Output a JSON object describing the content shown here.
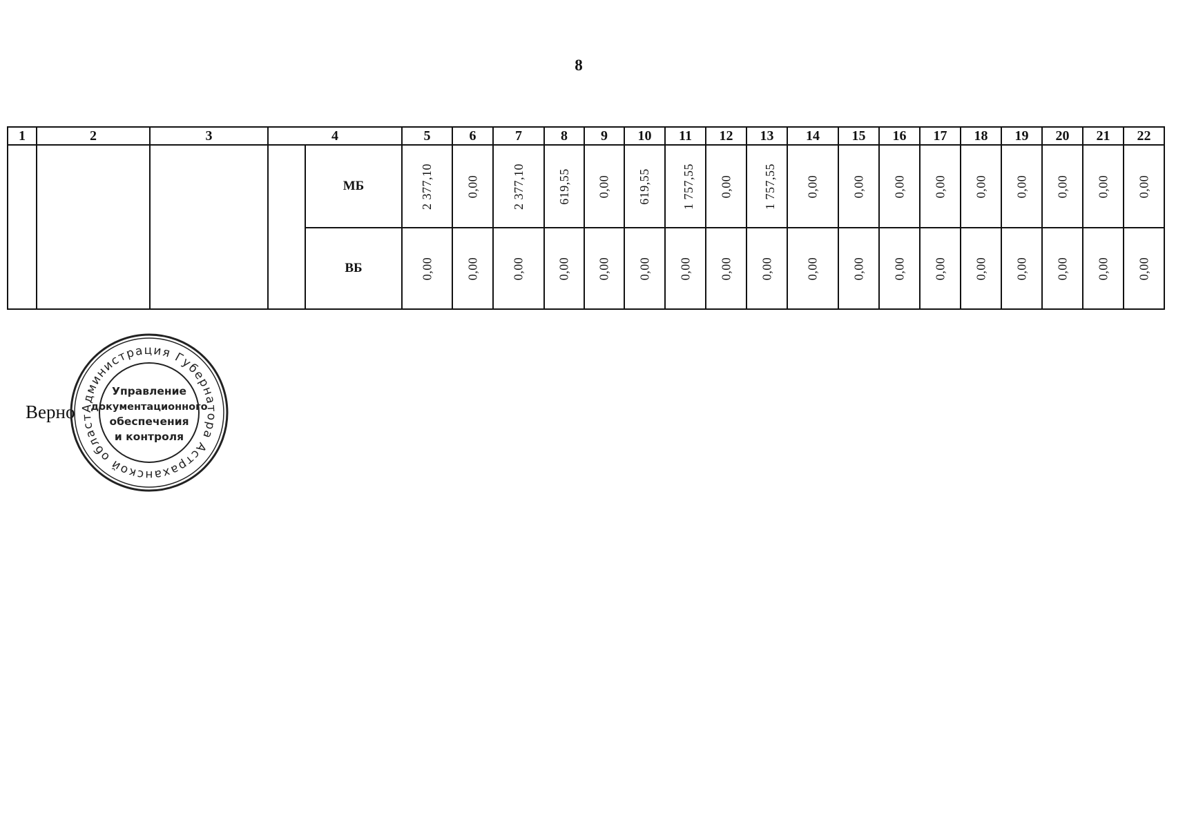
{
  "page": {
    "number": "8"
  },
  "table": {
    "column_numbers": [
      "1",
      "2",
      "3",
      "4",
      "5",
      "6",
      "7",
      "8",
      "9",
      "10",
      "11",
      "12",
      "13",
      "14",
      "15",
      "16",
      "17",
      "18",
      "19",
      "20",
      "21",
      "22"
    ],
    "rows": [
      {
        "source": "МБ",
        "values": [
          "2 377,10",
          "0,00",
          "2 377,10",
          "619,55",
          "0,00",
          "619,55",
          "1 757,55",
          "0,00",
          "1 757,55",
          "0,00",
          "0,00",
          "0,00",
          "0,00",
          "0,00",
          "0,00",
          "0,00",
          "0,00",
          "0,00"
        ]
      },
      {
        "source": "ВБ",
        "values": [
          "0,00",
          "0,00",
          "0,00",
          "0,00",
          "0,00",
          "0,00",
          "0,00",
          "0,00",
          "0,00",
          "0,00",
          "0,00",
          "0,00",
          "0,00",
          "0,00",
          "0,00",
          "0,00",
          "0,00",
          "0,00"
        ]
      }
    ]
  },
  "footer": {
    "verno": "Верно"
  },
  "stamp": {
    "ring_text": "Администрация Губернатора Астраханской области *",
    "center_lines": [
      "Управление",
      "документационного",
      "обеспечения",
      "и контроля"
    ],
    "ink_color": "#222222"
  }
}
